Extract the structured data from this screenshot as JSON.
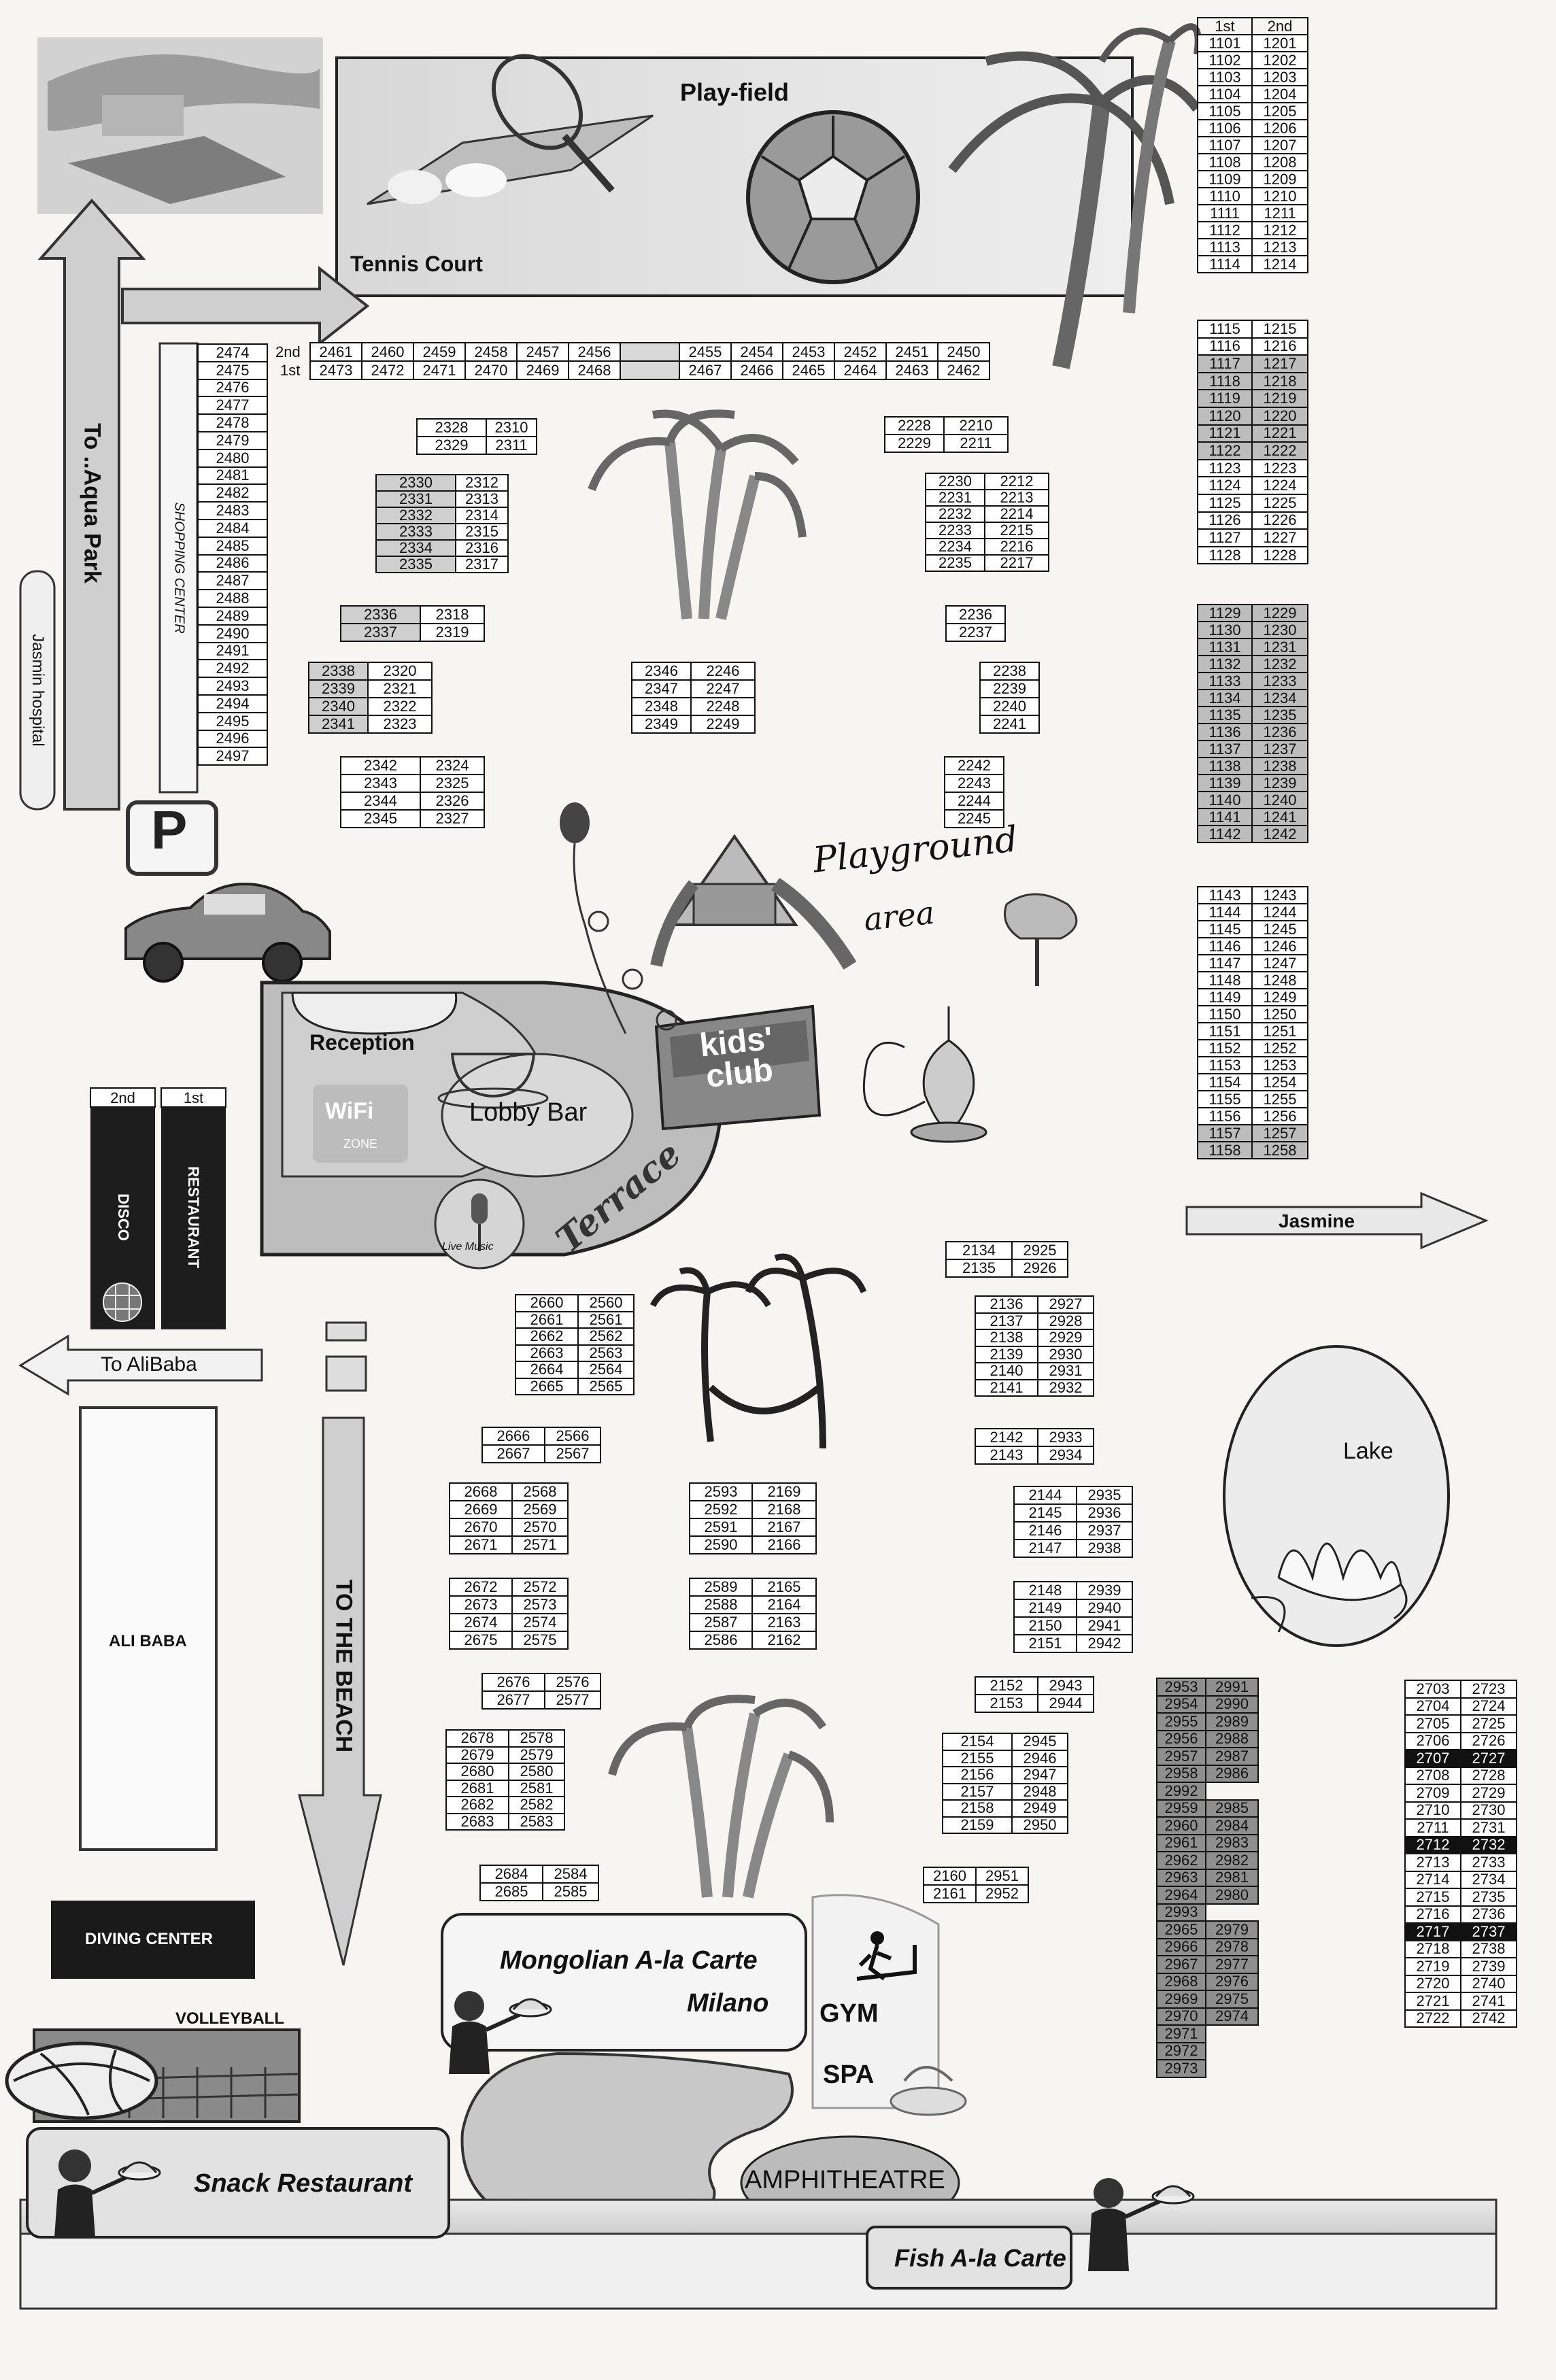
{
  "labels": {
    "play_field": "Play-field",
    "tennis_court": "Tennis Court",
    "to_aqua_park": "To ..Aqua Park",
    "jasmin_hospital": "Jasmin hospital",
    "shopping_center": "SHOPPING CENTER",
    "playground": "Playground",
    "area": "area",
    "kids_club": "kids' club",
    "reception": "Reception",
    "lobby_bar": "Lobby Bar",
    "wifi": "WiFi",
    "wifi_zone": "ZONE",
    "terrace": "Terrace",
    "live_music": "Live Music",
    "restaurant": "RESTAURANT",
    "disco": "DISCO",
    "floor_2nd": "2nd",
    "floor_1st": "1st",
    "to_alibaba": "To AliBaba",
    "jasmine": "Jasmine",
    "ali_baba": "ALI BABA",
    "diving_center": "DIVING CENTER",
    "to_the_beach": "TO THE BEACH",
    "lake": "Lake",
    "mongolian": "Mongolian A-la Carte",
    "milano": "Milano",
    "gym": "GYM",
    "spa": "SPA",
    "amphitheatre": "AMPHITHEATRE",
    "volleyball": "VOLLEYBALL",
    "snack_restaurant": "Snack Restaurant",
    "fish_restaurant": "Fish A-la Carte",
    "parking": "P"
  },
  "top_row": {
    "second": [
      "2461",
      "2460",
      "2459",
      "2458",
      "2457",
      "2456",
      "",
      "2455",
      "2454",
      "2453",
      "2452",
      "2451",
      "2450"
    ],
    "first": [
      "2473",
      "2472",
      "2471",
      "2470",
      "2469",
      "2468",
      "",
      "2467",
      "2466",
      "2465",
      "2464",
      "2463",
      "2462"
    ]
  },
  "tables": [
    {
      "id": "east-1100",
      "fs": 22,
      "header": [
        "1st",
        "2nd"
      ],
      "rows": [
        [
          "1101",
          "1201"
        ],
        [
          "1102",
          "1202"
        ],
        [
          "1103",
          "1203"
        ],
        [
          "1104",
          "1204"
        ],
        [
          "1105",
          "1205"
        ],
        [
          "1106",
          "1206"
        ],
        [
          "1107",
          "1207"
        ],
        [
          "1108",
          "1208"
        ],
        [
          "1109",
          "1209"
        ],
        [
          "1110",
          "1210"
        ],
        [
          "1111",
          "1211"
        ],
        [
          "1112",
          "1212"
        ],
        [
          "1113",
          "1213"
        ],
        [
          "1114",
          "1214"
        ]
      ]
    },
    {
      "id": "east-1115",
      "fs": 22,
      "rows": [
        [
          "1115",
          "1215"
        ],
        [
          "1116",
          "1216"
        ],
        [
          "1117",
          "1217"
        ],
        [
          "1118",
          "1218"
        ],
        [
          "1119",
          "1219"
        ],
        [
          "1120",
          "1220"
        ],
        [
          "1121",
          "1221"
        ],
        [
          "1122",
          "1222"
        ],
        [
          "1123",
          "1223"
        ],
        [
          "1124",
          "1224"
        ],
        [
          "1125",
          "1225"
        ],
        [
          "1126",
          "1226"
        ],
        [
          "1127",
          "1227"
        ],
        [
          "1128",
          "1228"
        ]
      ]
    },
    {
      "id": "east-1129",
      "fs": 22,
      "rows": [
        [
          "1129",
          "1229"
        ],
        [
          "1130",
          "1230"
        ],
        [
          "1131",
          "1231"
        ],
        [
          "1132",
          "1232"
        ],
        [
          "1133",
          "1233"
        ],
        [
          "1134",
          "1234"
        ],
        [
          "1135",
          "1235"
        ],
        [
          "1136",
          "1236"
        ],
        [
          "1137",
          "1237"
        ],
        [
          "1138",
          "1238"
        ],
        [
          "1139",
          "1239"
        ],
        [
          "1140",
          "1240"
        ],
        [
          "1141",
          "1241"
        ],
        [
          "1142",
          "1242"
        ]
      ]
    },
    {
      "id": "east-1143",
      "fs": 22,
      "rows": [
        [
          "1143",
          "1243"
        ],
        [
          "1144",
          "1244"
        ],
        [
          "1145",
          "1245"
        ],
        [
          "1146",
          "1246"
        ],
        [
          "1147",
          "1247"
        ],
        [
          "1148",
          "1248"
        ],
        [
          "1149",
          "1249"
        ],
        [
          "1150",
          "1250"
        ],
        [
          "1151",
          "1251"
        ],
        [
          "1152",
          "1252"
        ],
        [
          "1153",
          "1253"
        ],
        [
          "1154",
          "1254"
        ],
        [
          "1155",
          "1255"
        ],
        [
          "1156",
          "1256"
        ],
        [
          "1157",
          "1257"
        ],
        [
          "1158",
          "1258"
        ]
      ]
    },
    {
      "id": "shopping-col",
      "fs": 22,
      "rows": [
        [
          "2474"
        ],
        [
          "2475"
        ],
        [
          "2476"
        ],
        [
          "2477"
        ],
        [
          "2478"
        ],
        [
          "2479"
        ],
        [
          "2480"
        ],
        [
          "2481"
        ],
        [
          "2482"
        ],
        [
          "2483"
        ],
        [
          "2484"
        ],
        [
          "2485"
        ],
        [
          "2486"
        ],
        [
          "2487"
        ],
        [
          "2488"
        ],
        [
          "2489"
        ],
        [
          "2490"
        ],
        [
          "2491"
        ],
        [
          "2492"
        ],
        [
          "2493"
        ],
        [
          "2494"
        ],
        [
          "2495"
        ],
        [
          "2496"
        ],
        [
          "2497"
        ]
      ]
    },
    {
      "id": "b2328",
      "fs": 22,
      "rows": [
        [
          "2328",
          "2310"
        ],
        [
          "2329",
          "2311"
        ]
      ]
    },
    {
      "id": "b2330",
      "fs": 22,
      "rows": [
        [
          "2330",
          "2312"
        ],
        [
          "2331",
          "2313"
        ],
        [
          "2332",
          "2314"
        ],
        [
          "2333",
          "2315"
        ],
        [
          "2334",
          "2316"
        ],
        [
          "2335",
          "2317"
        ]
      ]
    },
    {
      "id": "b2336",
      "fs": 22,
      "rows": [
        [
          "2336",
          "2318"
        ],
        [
          "2337",
          "2319"
        ]
      ]
    },
    {
      "id": "b2338",
      "fs": 22,
      "rows": [
        [
          "2338",
          "2320"
        ],
        [
          "2339",
          "2321"
        ],
        [
          "2340",
          "2322"
        ],
        [
          "2341",
          "2323"
        ]
      ]
    },
    {
      "id": "b2342",
      "fs": 22,
      "rows": [
        [
          "2342",
          "2324"
        ],
        [
          "2343",
          "2325"
        ],
        [
          "2344",
          "2326"
        ],
        [
          "2345",
          "2327"
        ]
      ]
    },
    {
      "id": "b2346",
      "fs": 22,
      "rows": [
        [
          "2346",
          "2246"
        ],
        [
          "2347",
          "2247"
        ],
        [
          "2348",
          "2248"
        ],
        [
          "2349",
          "2249"
        ]
      ]
    },
    {
      "id": "b2228",
      "fs": 22,
      "rows": [
        [
          "2228",
          "2210"
        ],
        [
          "2229",
          "2211"
        ]
      ]
    },
    {
      "id": "b2230",
      "fs": 22,
      "rows": [
        [
          "2230",
          "2212"
        ],
        [
          "2231",
          "2213"
        ],
        [
          "2232",
          "2214"
        ],
        [
          "2233",
          "2215"
        ],
        [
          "2234",
          "2216"
        ],
        [
          "2235",
          "2217"
        ]
      ]
    },
    {
      "id": "b2236",
      "fs": 22,
      "rows": [
        [
          "2236"
        ],
        [
          "2237"
        ]
      ]
    },
    {
      "id": "b2238",
      "fs": 22,
      "rows": [
        [
          "2238"
        ],
        [
          "2239"
        ],
        [
          "2240"
        ],
        [
          "2241"
        ]
      ]
    },
    {
      "id": "b2242",
      "fs": 22,
      "rows": [
        [
          "2242"
        ],
        [
          "2243"
        ],
        [
          "2244"
        ],
        [
          "2245"
        ]
      ]
    },
    {
      "id": "b2134",
      "fs": 22,
      "rows": [
        [
          "2134",
          "2925"
        ],
        [
          "2135",
          "2926"
        ]
      ]
    },
    {
      "id": "b2136",
      "fs": 22,
      "rows": [
        [
          "2136",
          "2927"
        ],
        [
          "2137",
          "2928"
        ],
        [
          "2138",
          "2929"
        ],
        [
          "2139",
          "2930"
        ],
        [
          "2140",
          "2931"
        ],
        [
          "2141",
          "2932"
        ]
      ]
    },
    {
      "id": "b2142",
      "fs": 22,
      "rows": [
        [
          "2142",
          "2933"
        ],
        [
          "2143",
          "2934"
        ]
      ]
    },
    {
      "id": "b2144",
      "fs": 22,
      "rows": [
        [
          "2144",
          "2935"
        ],
        [
          "2145",
          "2936"
        ],
        [
          "2146",
          "2937"
        ],
        [
          "2147",
          "2938"
        ]
      ]
    },
    {
      "id": "b2148",
      "fs": 22,
      "rows": [
        [
          "2148",
          "2939"
        ],
        [
          "2149",
          "2940"
        ],
        [
          "2150",
          "2941"
        ],
        [
          "2151",
          "2942"
        ]
      ]
    },
    {
      "id": "b2152",
      "fs": 22,
      "rows": [
        [
          "2152",
          "2943"
        ],
        [
          "2153",
          "2944"
        ]
      ]
    },
    {
      "id": "b2154",
      "fs": 22,
      "rows": [
        [
          "2154",
          "2945"
        ],
        [
          "2155",
          "2946"
        ],
        [
          "2156",
          "2947"
        ],
        [
          "2157",
          "2948"
        ],
        [
          "2158",
          "2949"
        ],
        [
          "2159",
          "2950"
        ]
      ]
    },
    {
      "id": "b2160",
      "fs": 22,
      "rows": [
        [
          "2160",
          "2951"
        ],
        [
          "2161",
          "2952"
        ]
      ]
    },
    {
      "id": "b2660",
      "fs": 22,
      "rows": [
        [
          "2660",
          "2560"
        ],
        [
          "2661",
          "2561"
        ],
        [
          "2662",
          "2562"
        ],
        [
          "2663",
          "2563"
        ],
        [
          "2664",
          "2564"
        ],
        [
          "2665",
          "2565"
        ]
      ]
    },
    {
      "id": "b2666",
      "fs": 22,
      "rows": [
        [
          "2666",
          "2566"
        ],
        [
          "2667",
          "2567"
        ]
      ]
    },
    {
      "id": "b2668",
      "fs": 22,
      "rows": [
        [
          "2668",
          "2568"
        ],
        [
          "2669",
          "2569"
        ],
        [
          "2670",
          "2570"
        ],
        [
          "2671",
          "2571"
        ]
      ]
    },
    {
      "id": "b2672",
      "fs": 22,
      "rows": [
        [
          "2672",
          "2572"
        ],
        [
          "2673",
          "2573"
        ],
        [
          "2674",
          "2574"
        ],
        [
          "2675",
          "2575"
        ]
      ]
    },
    {
      "id": "b2676",
      "fs": 22,
      "rows": [
        [
          "2676",
          "2576"
        ],
        [
          "2677",
          "2577"
        ]
      ]
    },
    {
      "id": "b2678",
      "fs": 22,
      "rows": [
        [
          "2678",
          "2578"
        ],
        [
          "2679",
          "2579"
        ],
        [
          "2680",
          "2580"
        ],
        [
          "2681",
          "2581"
        ],
        [
          "2682",
          "2582"
        ],
        [
          "2683",
          "2583"
        ]
      ]
    },
    {
      "id": "b2684",
      "fs": 22,
      "rows": [
        [
          "2684",
          "2584"
        ],
        [
          "2685",
          "2585"
        ]
      ]
    },
    {
      "id": "b2593",
      "fs": 22,
      "rows": [
        [
          "2593",
          "2169"
        ],
        [
          "2592",
          "2168"
        ],
        [
          "2591",
          "2167"
        ],
        [
          "2590",
          "2166"
        ]
      ]
    },
    {
      "id": "b2589",
      "fs": 22,
      "rows": [
        [
          "2589",
          "2165"
        ],
        [
          "2588",
          "2164"
        ],
        [
          "2587",
          "2163"
        ],
        [
          "2586",
          "2162"
        ]
      ]
    },
    {
      "id": "b2953",
      "fs": 22,
      "rows": [
        [
          "2953",
          "2991"
        ],
        [
          "2954",
          "2990"
        ],
        [
          "2955",
          "2989"
        ],
        [
          "2956",
          "2988"
        ],
        [
          "2957",
          "2987"
        ],
        [
          "2958",
          "2986"
        ],
        [
          "2992",
          ""
        ],
        [
          "2959",
          "2985"
        ],
        [
          "2960",
          "2984"
        ],
        [
          "2961",
          "2983"
        ],
        [
          "2962",
          "2982"
        ],
        [
          "2963",
          "2981"
        ],
        [
          "2964",
          "2980"
        ],
        [
          "2993",
          ""
        ],
        [
          "2965",
          "2979"
        ],
        [
          "2966",
          "2978"
        ],
        [
          "2967",
          "2977"
        ],
        [
          "2968",
          "2976"
        ],
        [
          "2969",
          "2975"
        ],
        [
          "2970",
          "2974"
        ],
        [
          "2971",
          ""
        ],
        [
          "2972",
          ""
        ],
        [
          "2973",
          ""
        ]
      ]
    },
    {
      "id": "b2703",
      "fs": 22,
      "rows": [
        [
          "2703",
          "2723"
        ],
        [
          "2704",
          "2724"
        ],
        [
          "2705",
          "2725"
        ],
        [
          "2706",
          "2726"
        ],
        [
          "2707",
          "2727"
        ],
        [
          "2708",
          "2728"
        ],
        [
          "2709",
          "2729"
        ],
        [
          "2710",
          "2730"
        ],
        [
          "2711",
          "2731"
        ],
        [
          "2712",
          "2732"
        ],
        [
          "2713",
          "2733"
        ],
        [
          "2714",
          "2734"
        ],
        [
          "2715",
          "2735"
        ],
        [
          "2716",
          "2736"
        ],
        [
          "2717",
          "2737"
        ],
        [
          "2718",
          "2738"
        ],
        [
          "2719",
          "2739"
        ],
        [
          "2720",
          "2740"
        ],
        [
          "2721",
          "2741"
        ],
        [
          "2722",
          "2742"
        ]
      ]
    }
  ]
}
